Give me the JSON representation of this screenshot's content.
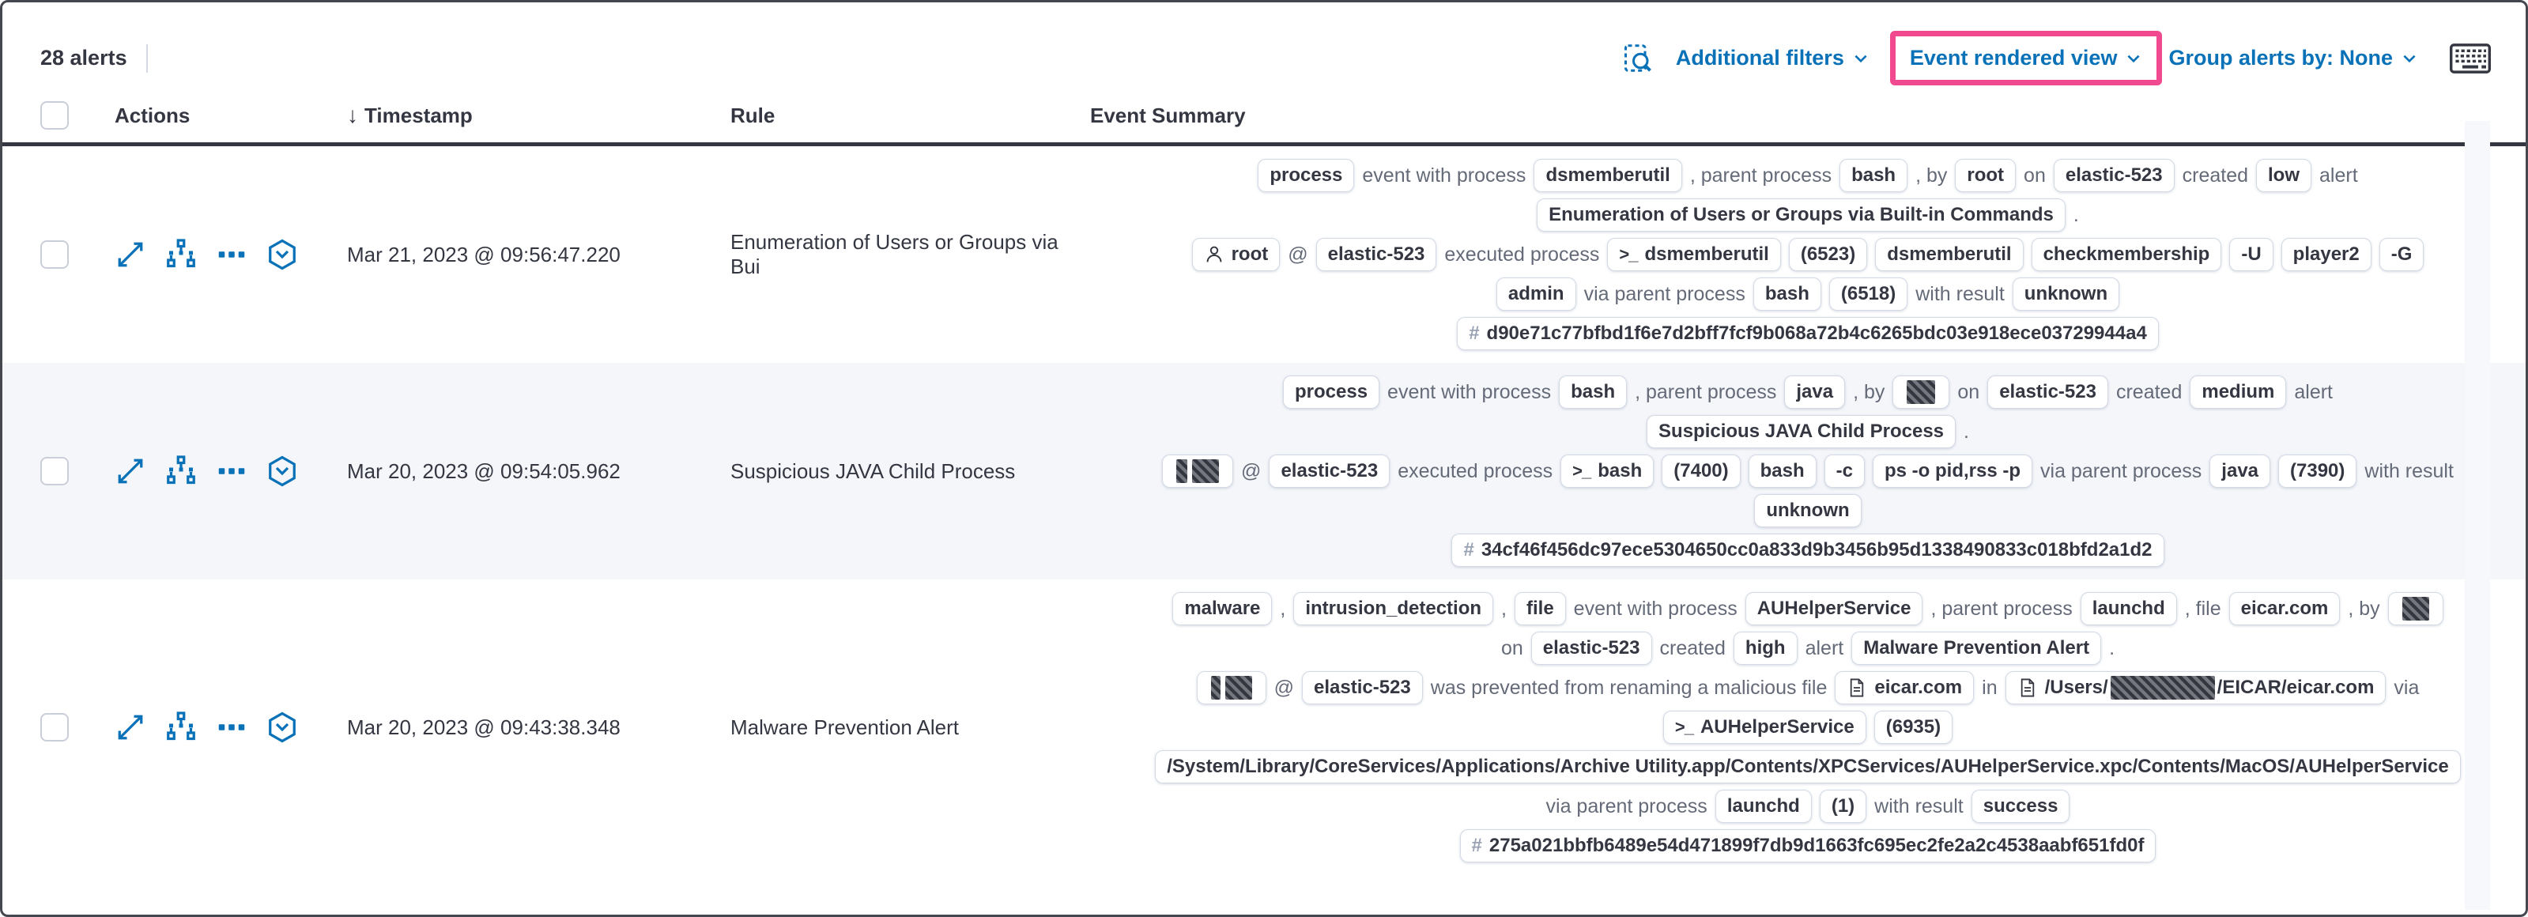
{
  "page": {
    "alerts_count": "28 alerts"
  },
  "toolbar": {
    "additional_filters_label": "Additional filters",
    "view_selector_label": "Event rendered view",
    "group_by_label": "Group alerts by: None",
    "icons": [
      "inspect-icon",
      "chevron-down-icon",
      "keyboard-shortcuts-icon"
    ],
    "highlight_note": "Event rendered view selector is highlighted with a pink box"
  },
  "columns": {
    "actions": "Actions",
    "timestamp": "Timestamp",
    "rule": "Rule",
    "event_summary": "Event Summary"
  },
  "row_actions": [
    "expand-alert-icon",
    "analyze-event-icon",
    "more-actions-icon",
    "session-view-icon"
  ],
  "colors": {
    "primary_blue": "#0871b7",
    "highlight_pink": "#f0498f",
    "text": "#343741",
    "subdued_text": "#646a77",
    "badge_border": "#d3dae6",
    "alt_row_bg": "#f4f6fa",
    "header_border": "#343741"
  },
  "rows": [
    {
      "timestamp": "Mar 21, 2023 @ 09:56:47.220",
      "rule": "Enumeration of Users or Groups via Bui",
      "lines": [
        [
          {
            "badge": "process"
          },
          {
            "text": "event with process"
          },
          {
            "badge": "dsmemberutil"
          },
          {
            "text": ", parent process"
          },
          {
            "badge": "bash"
          },
          {
            "text": ", by"
          },
          {
            "badge": "root"
          },
          {
            "text": "on"
          },
          {
            "badge": "elastic-523"
          },
          {
            "text": "created"
          },
          {
            "badge": "low"
          },
          {
            "text": "alert"
          }
        ],
        [
          {
            "badge": "Enumeration of Users or Groups via Built-in Commands"
          },
          {
            "text": "."
          }
        ],
        [
          {
            "badge": "root",
            "icon": "user"
          },
          {
            "text": "@"
          },
          {
            "badge": "elastic-523"
          },
          {
            "text": "executed process"
          },
          {
            "badge": "dsmemberutil",
            "icon": "terminal"
          },
          {
            "badge": "(6523)"
          },
          {
            "badge": "dsmemberutil"
          },
          {
            "badge": "checkmembership"
          },
          {
            "badge": "-U"
          },
          {
            "badge": "player2"
          },
          {
            "badge": "-G"
          }
        ],
        [
          {
            "badge": "admin"
          },
          {
            "text": "via parent process"
          },
          {
            "badge": "bash"
          },
          {
            "badge": "(6518)"
          },
          {
            "text": "with result"
          },
          {
            "badge": "unknown"
          }
        ],
        [
          {
            "badge": "d90e71c77bfbd1f6e7d2bff7fcf9b068a72b4c6265bdc03e918ece03729944a4",
            "icon": "hash"
          }
        ]
      ]
    },
    {
      "timestamp": "Mar 20, 2023 @ 09:54:05.962",
      "rule": "Suspicious JAVA Child Process",
      "lines": [
        [
          {
            "badge": "process"
          },
          {
            "text": "event with process"
          },
          {
            "badge": "bash"
          },
          {
            "text": ", parent process"
          },
          {
            "badge": "java"
          },
          {
            "text": ", by"
          },
          {
            "badge": "",
            "segments": [
              {
                "redact": 36
              }
            ]
          },
          {
            "text": "on"
          },
          {
            "badge": "elastic-523"
          },
          {
            "text": "created"
          },
          {
            "badge": "medium"
          },
          {
            "text": "alert"
          }
        ],
        [
          {
            "badge": "Suspicious JAVA Child Process"
          },
          {
            "text": "."
          }
        ],
        [
          {
            "badge": "",
            "segments": [
              {
                "redact": 14
              },
              {
                "redact": 34
              }
            ]
          },
          {
            "text": "@"
          },
          {
            "badge": "elastic-523"
          },
          {
            "text": "executed process"
          },
          {
            "badge": "bash",
            "icon": "terminal"
          },
          {
            "badge": "(7400)"
          },
          {
            "badge": "bash"
          },
          {
            "badge": "-c"
          },
          {
            "badge": "ps -o pid,rss -p"
          },
          {
            "text": "via parent process"
          },
          {
            "badge": "java"
          },
          {
            "badge": "(7390)"
          },
          {
            "text": "with result"
          }
        ],
        [
          {
            "badge": "unknown"
          }
        ],
        [
          {
            "badge": "34cf46f456dc97ece5304650cc0a833d9b3456b95d1338490833c018bfd2a1d2",
            "icon": "hash"
          }
        ]
      ]
    },
    {
      "timestamp": "Mar 20, 2023 @ 09:43:38.348",
      "rule": "Malware Prevention Alert",
      "lines": [
        [
          {
            "badge": "malware"
          },
          {
            "text": ","
          },
          {
            "badge": "intrusion_detection"
          },
          {
            "text": ","
          },
          {
            "badge": "file"
          },
          {
            "text": "event with process"
          },
          {
            "badge": "AUHelperService"
          },
          {
            "text": ", parent process"
          },
          {
            "badge": "launchd"
          },
          {
            "text": ", file"
          },
          {
            "badge": "eicar.com"
          },
          {
            "text": ", by"
          },
          {
            "badge": "",
            "segments": [
              {
                "redact": 34
              }
            ]
          }
        ],
        [
          {
            "text": "on"
          },
          {
            "badge": "elastic-523"
          },
          {
            "text": "created"
          },
          {
            "badge": "high"
          },
          {
            "text": "alert"
          },
          {
            "badge": "Malware Prevention Alert"
          },
          {
            "text": "."
          }
        ],
        [
          {
            "badge": "",
            "segments": [
              {
                "redact": 12
              },
              {
                "redact": 34
              }
            ]
          },
          {
            "text": "@"
          },
          {
            "badge": "elastic-523"
          },
          {
            "text": "was prevented from renaming a malicious file"
          },
          {
            "badge": "eicar.com",
            "icon": "file"
          },
          {
            "text": "in"
          },
          {
            "badge": "",
            "icon": "file",
            "segments": [
              {
                "text": "/Users/"
              },
              {
                "redact": 132
              },
              {
                "text": "/EICAR/eicar.com"
              }
            ]
          },
          {
            "text": "via"
          }
        ],
        [
          {
            "badge": "AUHelperService",
            "icon": "terminal"
          },
          {
            "badge": "(6935)"
          }
        ],
        [
          {
            "badge": "/System/Library/CoreServices/Applications/Archive Utility.app/Contents/XPCServices/AUHelperService.xpc/Contents/MacOS/AUHelperService"
          }
        ],
        [
          {
            "text": "via parent process"
          },
          {
            "badge": "launchd"
          },
          {
            "badge": "(1)"
          },
          {
            "text": "with result"
          },
          {
            "badge": "success"
          }
        ],
        [
          {
            "badge": "275a021bbfb6489e54d471899f7db9d1663fc695ec2fe2a2c4538aabf651fd0f",
            "icon": "hash"
          }
        ]
      ]
    }
  ]
}
